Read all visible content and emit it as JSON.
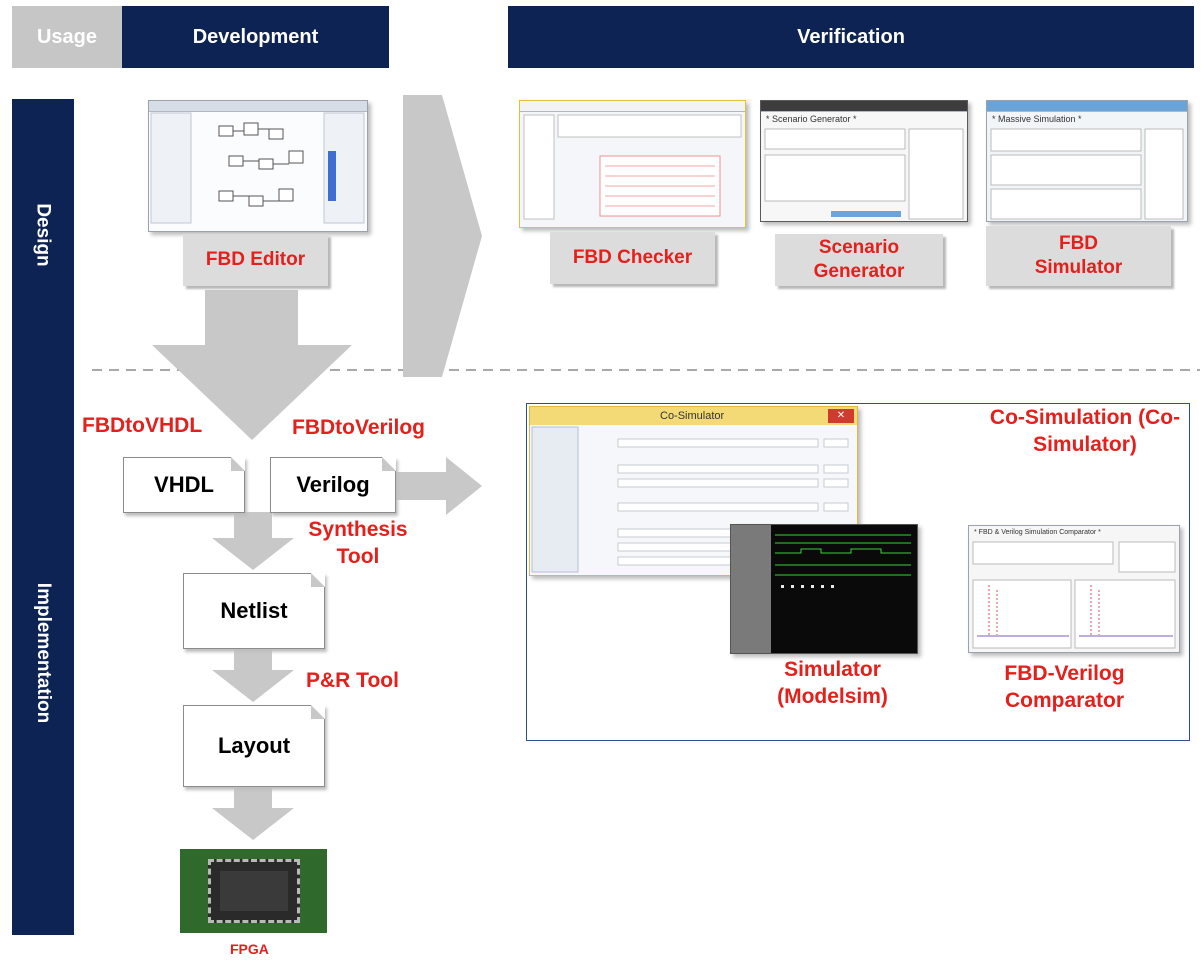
{
  "header": {
    "usage": "Usage",
    "development": "Development",
    "verification": "Verification"
  },
  "side": {
    "design": "Design",
    "implementation": "Implementation"
  },
  "design": {
    "fbd_editor": "FBD Editor",
    "fbd_checker": "FBD Checker",
    "scenario_generator": "Scenario Generator",
    "fbd_simulator": "FBD Simulator",
    "scenario_window_title": "* Scenario Generator *",
    "simulator_window_title": "* Massive Simulation *"
  },
  "implementation": {
    "fbd_to_vhdl": "FBDtoVHDL",
    "fbd_to_verilog": "FBDtoVerilog",
    "vhdl": "VHDL",
    "verilog": "Verilog",
    "synthesis_tool": "Synthesis Tool",
    "netlist": "Netlist",
    "pr_tool": "P&R Tool",
    "layout": "Layout",
    "fpga": "FPGA"
  },
  "cosim": {
    "title": "Co-Simulation (Co-Simulator)",
    "window_title": "Co-Simulator",
    "simulator": "Simulator (Modelsim)",
    "comparator": "FBD-Verilog Comparator",
    "comparator_window_title": "* FBD & Verilog Simulation Comparator *"
  },
  "colors": {
    "navy": "#0c2354",
    "red": "#e4201c",
    "gray_arrow": "#c8c8c8",
    "usage_gray": "#c6c6c6"
  }
}
